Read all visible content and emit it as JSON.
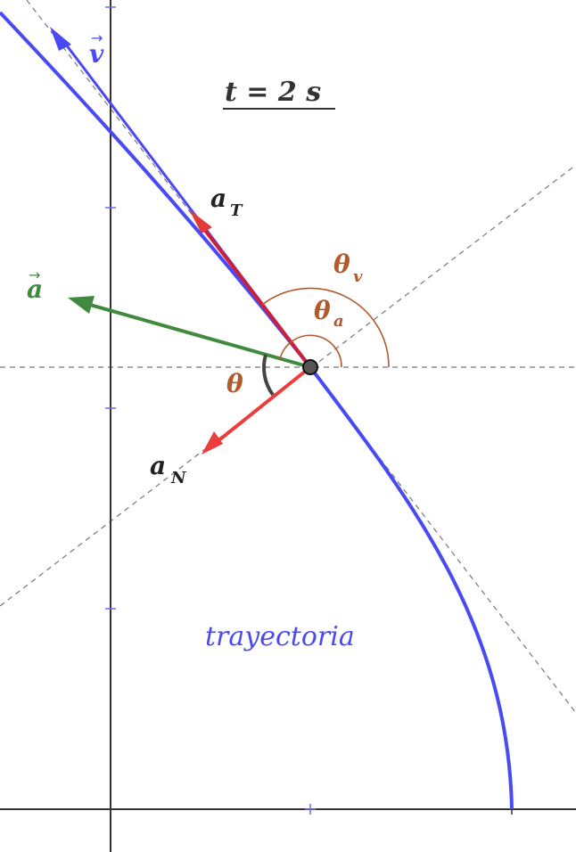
{
  "title": "t = 2 s",
  "labels": {
    "velocity": "v",
    "acceleration": "a",
    "tangential": "a",
    "tangential_sub": "T",
    "normal": "a",
    "normal_sub": "N",
    "theta": "θ",
    "theta_v": "θ",
    "theta_v_sub": "v",
    "theta_a": "θ",
    "theta_a_sub": "a",
    "trajectory": "trayectoria"
  },
  "colors": {
    "trajectory": "#4a4af2",
    "velocity": "#4a4af2",
    "acceleration": "#3f8a3f",
    "tangential": "#cc1f3a",
    "normal": "#ee3b3b",
    "angle": "#b35a2a",
    "theta_arc": "#444444",
    "axis": "#333333",
    "dashed": "#777777",
    "tick": "#6b6bf5"
  }
}
